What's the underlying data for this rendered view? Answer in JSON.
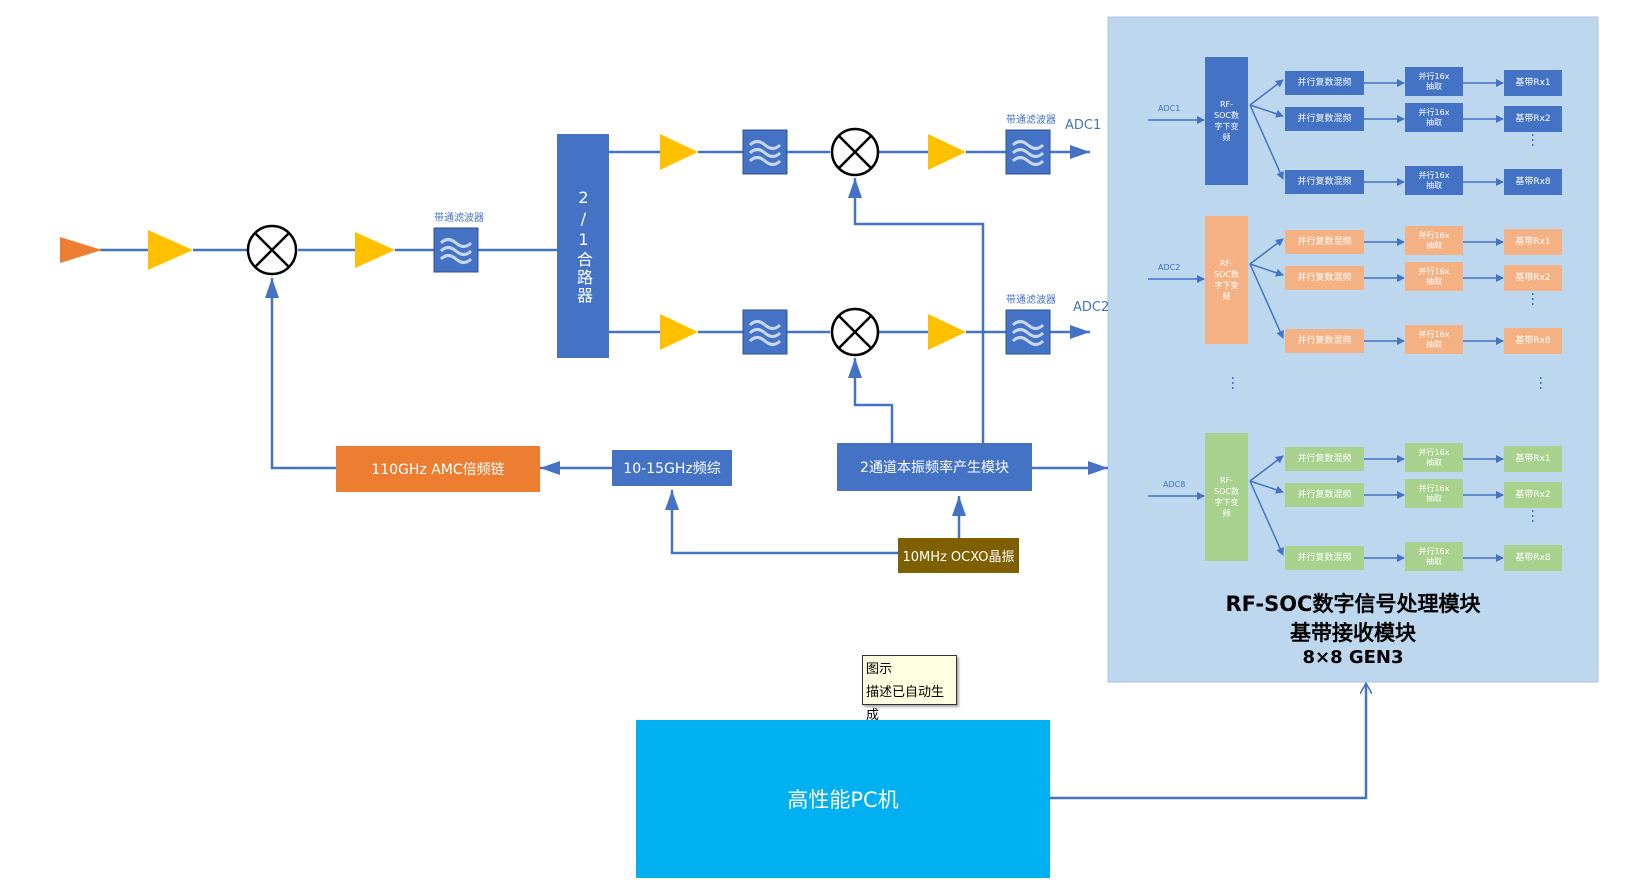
{
  "blocks": {
    "combiner": "2/1合路器",
    "bpf_label": "带通滤波器",
    "adc1": "ADC1",
    "adc2": "ADC2",
    "amc": "110GHz AMC倍频链",
    "synth": "10-15GHz频综",
    "lo_module": "2通道本振频率产生模块",
    "ocxo": "10MHz OCXO晶振",
    "pc": "高性能PC机"
  },
  "rfsoc": {
    "title_line1": "RF-SOC数字信号处理模块",
    "title_line2": "基带接收模块",
    "title_line3": "8×8 GEN3",
    "ddc_label": "RF-SOC数字下变频",
    "mixer_label": "并行复数混频",
    "decim_label": "并行16x抽取",
    "groups": [
      {
        "adc": "ADC1",
        "rx": [
          "基带Rx1",
          "基带Rx2",
          "基带Rx8"
        ]
      },
      {
        "adc": "ADC2",
        "rx": [
          "基带Rx1",
          "基带Rx2",
          "基带Rx8"
        ]
      },
      {
        "adc": "ADC8",
        "rx": [
          "基带Rx1",
          "基带Rx2",
          "基带Rx8"
        ]
      }
    ]
  },
  "tooltip": {
    "line1": "图示",
    "line2": "描述已自动生成"
  },
  "colors": {
    "line": "#4472c4",
    "block_blue": "#4472c4",
    "amp_yellow": "#ffc000",
    "source_orange": "#ed7d31",
    "amc_orange": "#ed7d31",
    "ocxo_brown": "#7f6000",
    "panel": "#bdd7ee",
    "group_orange": "#f4b183",
    "group_green": "#a9d18e",
    "pc_cyan": "#00b0f0"
  }
}
